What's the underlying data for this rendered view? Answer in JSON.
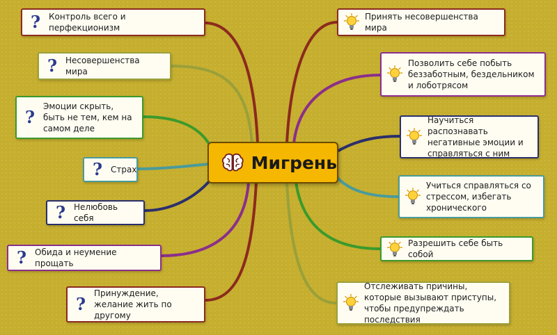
{
  "central": {
    "title": "Мигрень",
    "icon": "brain-icon"
  },
  "causes": [
    {
      "text": "Контроль всего и перфекционизм",
      "color": "#8b2a1e",
      "icon": "question-icon"
    },
    {
      "text": "Несовершенства мира",
      "color": "#9aa03a",
      "icon": "question-icon"
    },
    {
      "text": "Эмоции скрыть, быть не тем, кем на самом деле",
      "color": "#3a9a2c",
      "icon": "question-icon"
    },
    {
      "text": "Страх",
      "color": "#4a9b9b",
      "icon": "question-icon"
    },
    {
      "text": "Нелюбовь себя",
      "color": "#2a2f6b",
      "icon": "question-icon"
    },
    {
      "text": "Обида и неумение прощать",
      "color": "#8a2f8a",
      "icon": "question-icon"
    },
    {
      "text": "Принуждение, желание жить по другому",
      "color": "#8b2a1e",
      "icon": "question-icon"
    }
  ],
  "solutions": [
    {
      "text": "Принять несовершенства мира",
      "color": "#8b2a1e",
      "icon": "lightbulb-icon"
    },
    {
      "text": "Позволить себе побыть беззаботным, бездельником и лоботрясом",
      "color": "#8a2f8a",
      "icon": "lightbulb-icon"
    },
    {
      "text": "Научиться распознавать негативные эмоции и справляться с ним",
      "color": "#2a2f6b",
      "icon": "lightbulb-icon"
    },
    {
      "text": "Учиться справляться со стрессом, избегать хронического",
      "color": "#4a9b9b",
      "icon": "lightbulb-icon"
    },
    {
      "text": "Разрешить себе быть собой",
      "color": "#3a9a2c",
      "icon": "lightbulb-icon"
    },
    {
      "text": "Отслеживать причины, которые вызывают приступы, чтобы предупреждать последствия",
      "color": "#9aa03a",
      "icon": "lightbulb-icon"
    }
  ]
}
